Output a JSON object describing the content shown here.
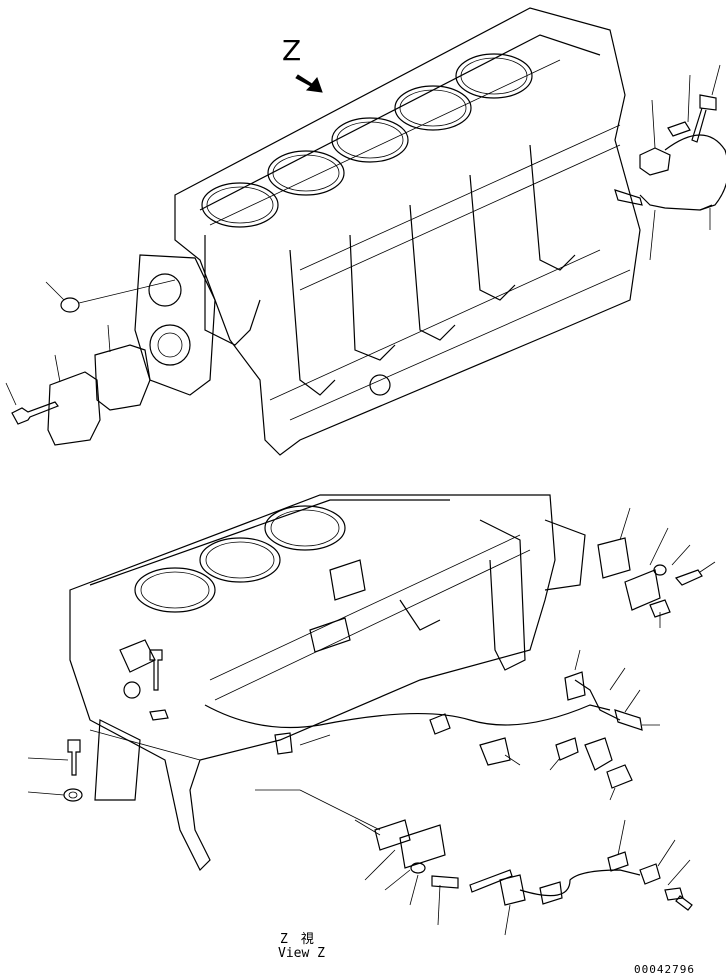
{
  "view_marker": "Z",
  "view_caption_line1": "Z　視",
  "view_caption_line2": "View Z",
  "drawing_number": "00042796"
}
